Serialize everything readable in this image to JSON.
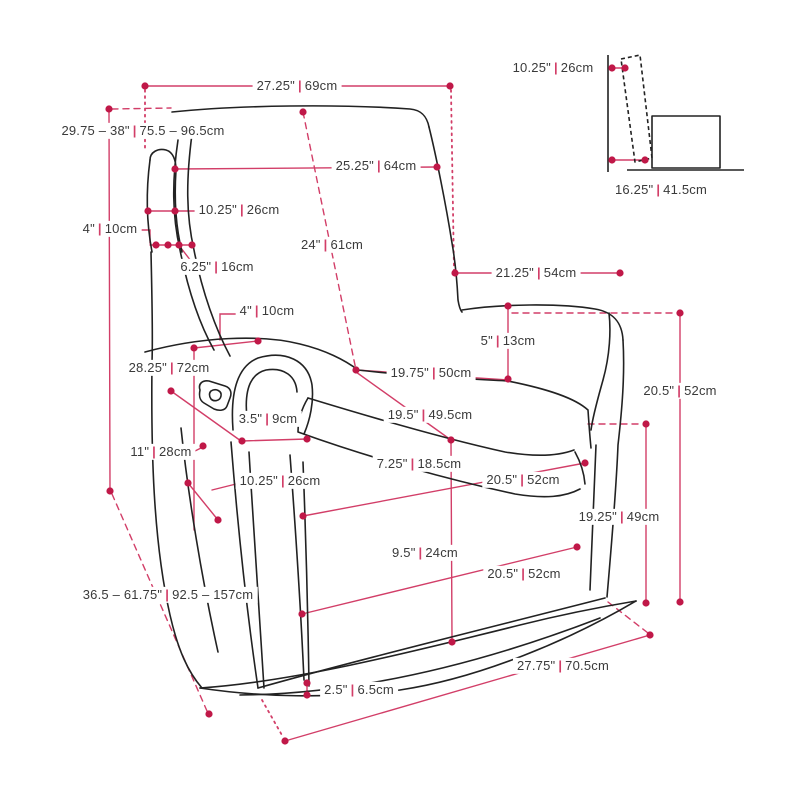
{
  "diagram_title": "recliner-chair-dimensions",
  "separator": "|",
  "colors": {
    "accent_dot": "#c01848",
    "accent_line": "#d23e68",
    "chair_line": "#222222",
    "text_ink": "#3a3a3a",
    "background": "#ffffff"
  },
  "dims": {
    "top_width": {
      "in": "27.25\"",
      "cm": "69cm"
    },
    "height_range": {
      "in": "29.75 – 38\"",
      "cm": "75.5 – 96.5cm"
    },
    "back_width": {
      "in": "25.25\"",
      "cm": "64cm"
    },
    "back_thickness": {
      "in": "10.25\"",
      "cm": "26cm"
    },
    "headrest_gap": {
      "in": "4\"",
      "cm": "10cm"
    },
    "back_height": {
      "in": "24\"",
      "cm": "61cm"
    },
    "lumbar": {
      "in": "6.25\"",
      "cm": "16cm"
    },
    "inset_back": {
      "in": "10.25\"",
      "cm": "26cm"
    },
    "inset_seat": {
      "in": "16.25\"",
      "cm": "41.5cm"
    },
    "seatback_width": {
      "in": "21.25\"",
      "cm": "54cm"
    },
    "arm_top_width": {
      "in": "4\"",
      "cm": "10cm"
    },
    "back_cushion": {
      "in": "5\"",
      "cm": "13cm"
    },
    "arm_floor_height": {
      "in": "28.25\"",
      "cm": "72cm"
    },
    "seat_width_back": {
      "in": "19.75\"",
      "cm": "50cm"
    },
    "right_height": {
      "in": "20.5\"",
      "cm": "52cm"
    },
    "seat_depth": {
      "in": "19.5\"",
      "cm": "49.5cm"
    },
    "arm_front_width": {
      "in": "3.5\"",
      "cm": "9cm"
    },
    "side_panel": {
      "in": "11\"",
      "cm": "28cm"
    },
    "cushion_thickness": {
      "in": "7.25\"",
      "cm": "18.5cm"
    },
    "seat_width_front": {
      "in": "20.5\"",
      "cm": "52cm"
    },
    "front_panel": {
      "in": "10.25\"",
      "cm": "26cm"
    },
    "arm_outer_height": {
      "in": "19.25\"",
      "cm": "49cm"
    },
    "base_height": {
      "in": "9.5\"",
      "cm": "24cm"
    },
    "base_width": {
      "in": "20.5\"",
      "cm": "52cm"
    },
    "recline_length": {
      "in": "36.5 – 61.75\"",
      "cm": "92.5 – 157cm"
    },
    "floor_width": {
      "in": "27.75\"",
      "cm": "70.5cm"
    },
    "base_clearance": {
      "in": "2.5\"",
      "cm": "6.5cm"
    }
  }
}
